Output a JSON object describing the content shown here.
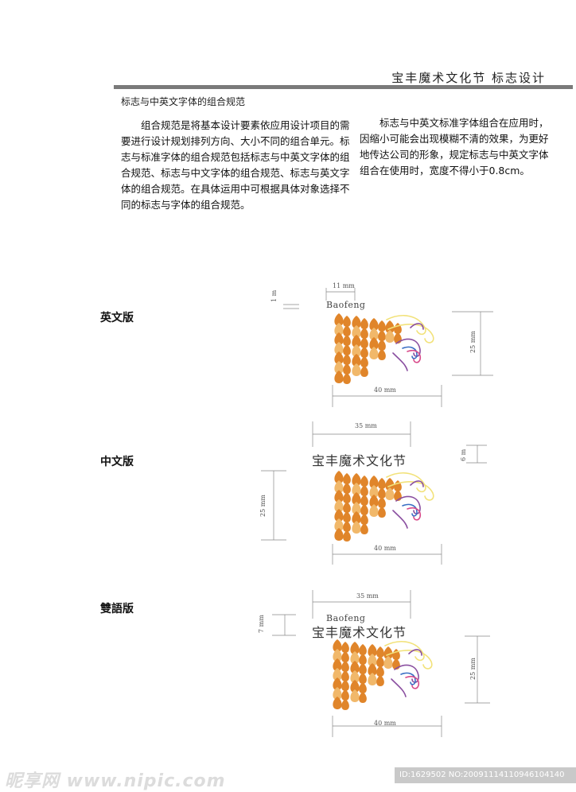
{
  "header": {
    "title": "宝丰魔术文化节  标志设计"
  },
  "section": {
    "title": "标志与中英文字体的组合规范"
  },
  "paragraphs": {
    "left": "组合规范是将基本设计要素依应用设计项目的需要进行设计规划排列方向、大小不同的组合单元。标志与标准字体的组合规范包括标志与中英文字体的组合规范、标志与中文字体的组合规范、标志与英文字体的组合规范。在具体运用中可根据具体对象选择不同的标志与字体的组合规范。",
    "right": "标志与中英文标准字体组合在应用时，因缩小可能会出现模糊不清的效果，为更好地传达公司的形象，规定标志与中英文字体组合在使用时，宽度不得小于0.8cm。"
  },
  "versions": {
    "english": {
      "label": "英文版",
      "wordmark": "Baofeng",
      "dim_width_text": "11 mm",
      "dim_gap_text": "1 m",
      "dim_height_text": "25 mm",
      "dim_total_text": "40 mm"
    },
    "chinese": {
      "label": "中文版",
      "wordmark": "宝丰魔术文化节",
      "dim_width_text": "35 mm",
      "dim_text_height": "6 m",
      "dim_height_text": "25 mm",
      "dim_total_text": "40 mm"
    },
    "bilingual": {
      "label": "雙語版",
      "wordmark_en": "Baofeng",
      "wordmark_cn": "宝丰魔术文化节",
      "dim_width_text": "35 mm",
      "dim_text_height": "7 mm",
      "dim_height_text": "25 mm",
      "dim_total_text": "40 mm"
    }
  },
  "colors": {
    "petal_orange": "#e0852a",
    "petal_light": "#f1b86a",
    "swirl_yellow": "#f2e27a",
    "swirl_purple": "#8a4fa0",
    "swirl_blue": "#3a6fc4",
    "swirl_pink": "#d84a8a",
    "dimension_line": "#888888",
    "header_rule": "#7a7a7a"
  },
  "watermark": {
    "brand": "昵享网 www.nipic.com",
    "id_text": "ID:1629502 NO:20091114110946104140"
  }
}
